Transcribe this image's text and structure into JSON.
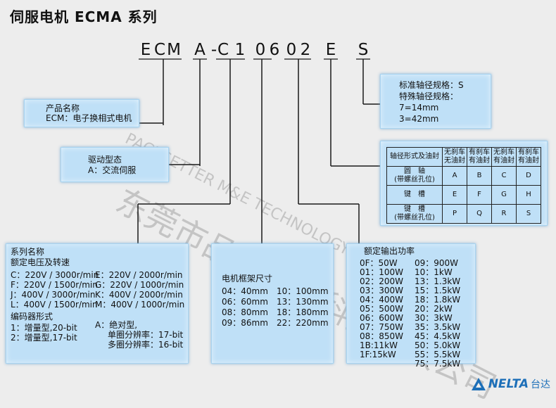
{
  "title": "伺服电机 ECMA 系列",
  "model_code": [
    "E",
    "C",
    "M",
    "A",
    "-",
    "C",
    "1",
    "0",
    "6",
    "0",
    "2",
    "E",
    "S"
  ],
  "watermark": {
    "cn": "东莞市品鑫机电科技有限公司",
    "en": "PACESETTER M&E TECHNOLOGY CO., LTD."
  },
  "product_box": {
    "title": "产品名称",
    "line": "ECM：电子换相式电机"
  },
  "drive_box": {
    "title": "驱动型态",
    "line": "A：交流伺服"
  },
  "shaft_box": {
    "standard": "标准轴径规格：S",
    "special": "特殊轴径规格：",
    "opt1": "7=14mm",
    "opt2": "3=42mm"
  },
  "oil_table": {
    "header": [
      "轴径形式及油封",
      "无刹车\n无油封",
      "有刹车\n有油封",
      "无刹车\n有油封",
      "有刹车\n有油封"
    ],
    "rows": [
      {
        "label": "圆　轴\n(带螺丝孔位)",
        "cells": [
          "A",
          "B",
          "C",
          "D"
        ]
      },
      {
        "label": "键　槽",
        "cells": [
          "E",
          "F",
          "G",
          "H"
        ]
      },
      {
        "label": "键　槽\n(带螺丝孔位)",
        "cells": [
          "P",
          "Q",
          "R",
          "S"
        ]
      }
    ]
  },
  "series_box": {
    "title": "系列名称",
    "subtitle": "额定电压及转速",
    "left": [
      "C：220V / 3000r/min",
      "F：220V / 1500r/min",
      "J：400V / 3000r/min",
      "L：400V / 1500r/min"
    ],
    "right": [
      "E：220V / 2000r/min",
      "G：220V / 1000r/min",
      "K：400V / 2000r/min",
      "M：400V / 1000r/min"
    ],
    "encoder_title": "编码器形式",
    "encoder_left": [
      "1：增量型,20-bit",
      "2：增量型,17-bit"
    ],
    "encoder_right": [
      "A：绝对型,",
      "单圈分辨率：17-bit",
      "多圈分辨率：16-bit"
    ]
  },
  "frame_box": {
    "title": "电机框架尺寸",
    "left": [
      "04：40mm",
      "06：60mm",
      "08：80mm",
      "09：86mm"
    ],
    "right": [
      "10：100mm",
      "13：130mm",
      "18：180mm",
      "22：220mm"
    ]
  },
  "power_box": {
    "title": "额定输出功率",
    "left": [
      "0F：50W",
      "01：100W",
      "02：200W",
      "03：300W",
      "04：400W",
      "05：500W",
      "06：600W",
      "07：750W",
      "08：850W",
      "1B:11kW",
      "1F:15kW"
    ],
    "right": [
      "09：900W",
      "10：1kW",
      "13：1.3kW",
      "15：1.5kW",
      "18：1.8kW",
      "20：2kW",
      "30：3kW",
      "35：3.5kW",
      "45：4.5kW",
      "50：5.0kW",
      "55：5.5kW",
      "75：7.5kW"
    ]
  },
  "logo": {
    "brand": "NELTA",
    "cn": "台达"
  },
  "colors": {
    "box_fill": "#bfe0f7",
    "line": "#1a1a1a",
    "logo": "#1d6fb8"
  }
}
